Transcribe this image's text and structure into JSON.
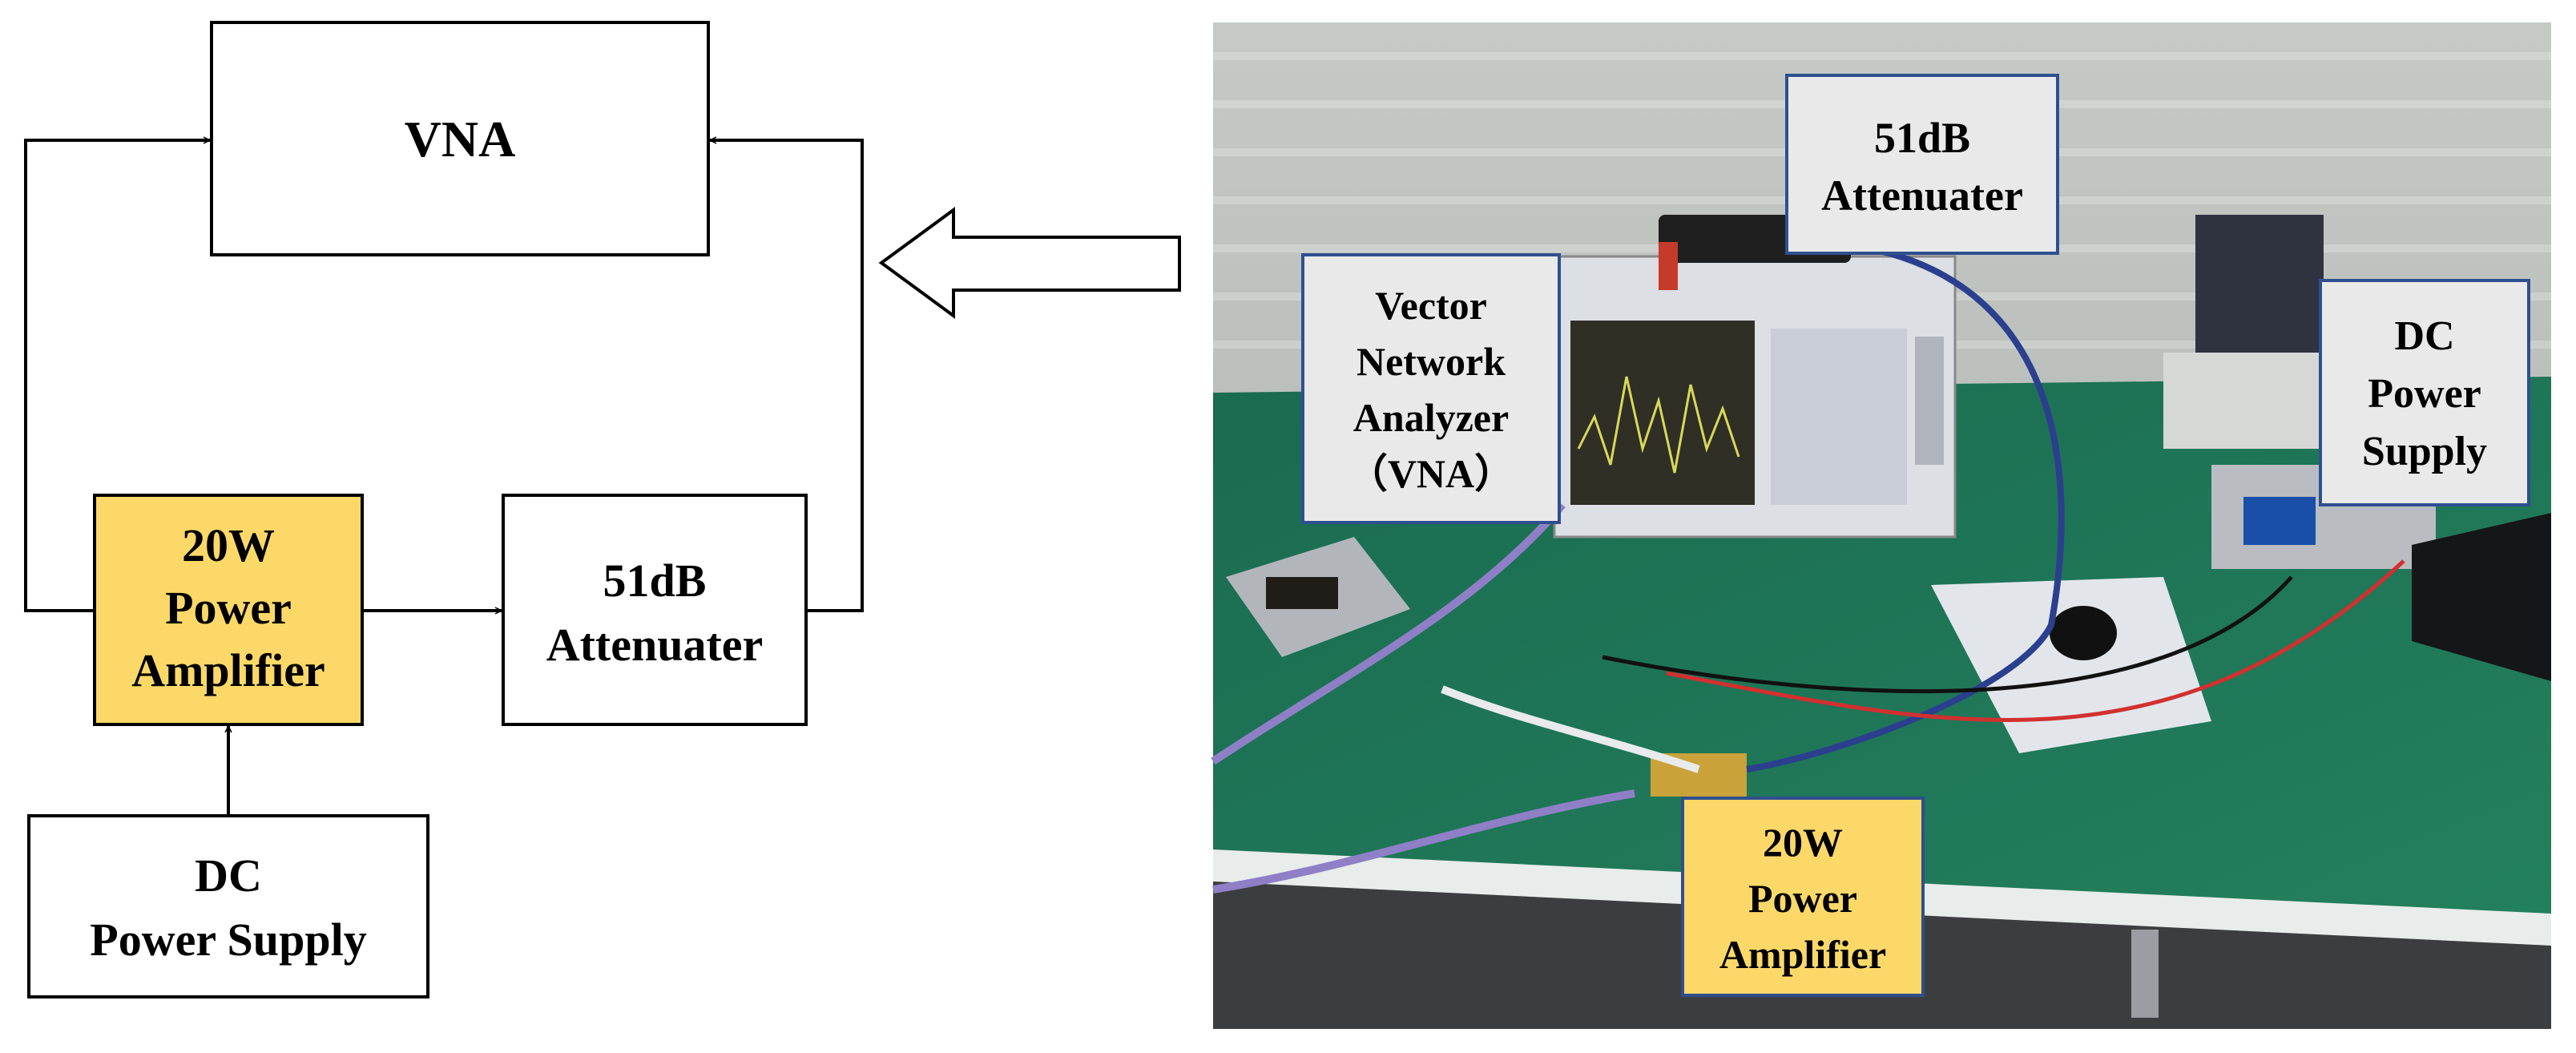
{
  "diagram": {
    "vna": {
      "label": "VNA"
    },
    "power_amplifier": {
      "lines": [
        "20W",
        "Power",
        "Amplifier"
      ],
      "fill": "#fcd868"
    },
    "attenuator": {
      "lines": [
        "51dB",
        "Attenuater"
      ]
    },
    "dc_supply": {
      "lines": [
        "DC",
        "Power Supply"
      ]
    }
  },
  "photo": {
    "callouts": {
      "attenuator": {
        "lines": [
          "51dB",
          "Attenuater"
        ]
      },
      "vna": {
        "lines": [
          "Vector",
          "Network",
          "Analyzer",
          "（VNA）"
        ]
      },
      "dc_supply": {
        "lines": [
          "DC",
          "Power",
          "Supply"
        ]
      },
      "power_amplifier": {
        "lines": [
          "20W",
          "Power",
          "Amplifier"
        ]
      }
    },
    "colors": {
      "callout_fill": "#e9e9e9",
      "callout_border": "#2f4f8f",
      "amp_callout_fill": "#fcd868",
      "table_green": "#1f7a5a",
      "wall": "#b8bcb8"
    }
  }
}
